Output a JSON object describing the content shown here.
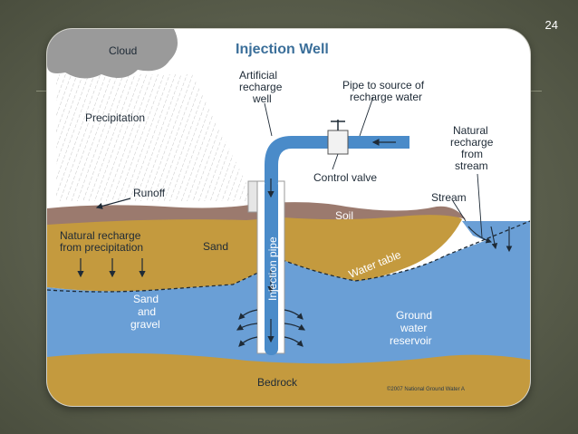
{
  "slide": {
    "page_number": "24"
  },
  "diagram": {
    "title": "Injection Well",
    "labels": {
      "cloud": "Cloud",
      "precipitation": "Precipitation",
      "runoff": "Runoff",
      "natural_recharge_precip_1": "Natural recharge",
      "natural_recharge_precip_2": "from precipitation",
      "sand": "Sand",
      "sand_gravel_1": "Sand",
      "sand_gravel_2": "and",
      "sand_gravel_3": "gravel",
      "artificial_1": "Artificial",
      "artificial_2": "recharge",
      "artificial_3": "well",
      "pipe_source_1": "Pipe to source of",
      "pipe_source_2": "recharge water",
      "control_valve": "Control valve",
      "natural_stream_1": "Natural",
      "natural_stream_2": "recharge",
      "natural_stream_3": "from",
      "natural_stream_4": "stream",
      "stream": "Stream",
      "soil": "Soil",
      "water_table": "Water table",
      "injection_pipe": "Injection pipe",
      "ground_water_1": "Ground",
      "ground_water_2": "water",
      "ground_water_3": "reservoir",
      "bedrock": "Bedrock",
      "copyright": "©2007 National Ground Water A"
    },
    "colors": {
      "sky": "#ffffff",
      "cloud": "#9a9a9a",
      "soil": "#9b7a6e",
      "sand": "#c49a3e",
      "water": "#6a9fd6",
      "bedrock": "#c49a3e",
      "pipe": "#4a8bc9",
      "title": "#3b6f9a"
    }
  }
}
